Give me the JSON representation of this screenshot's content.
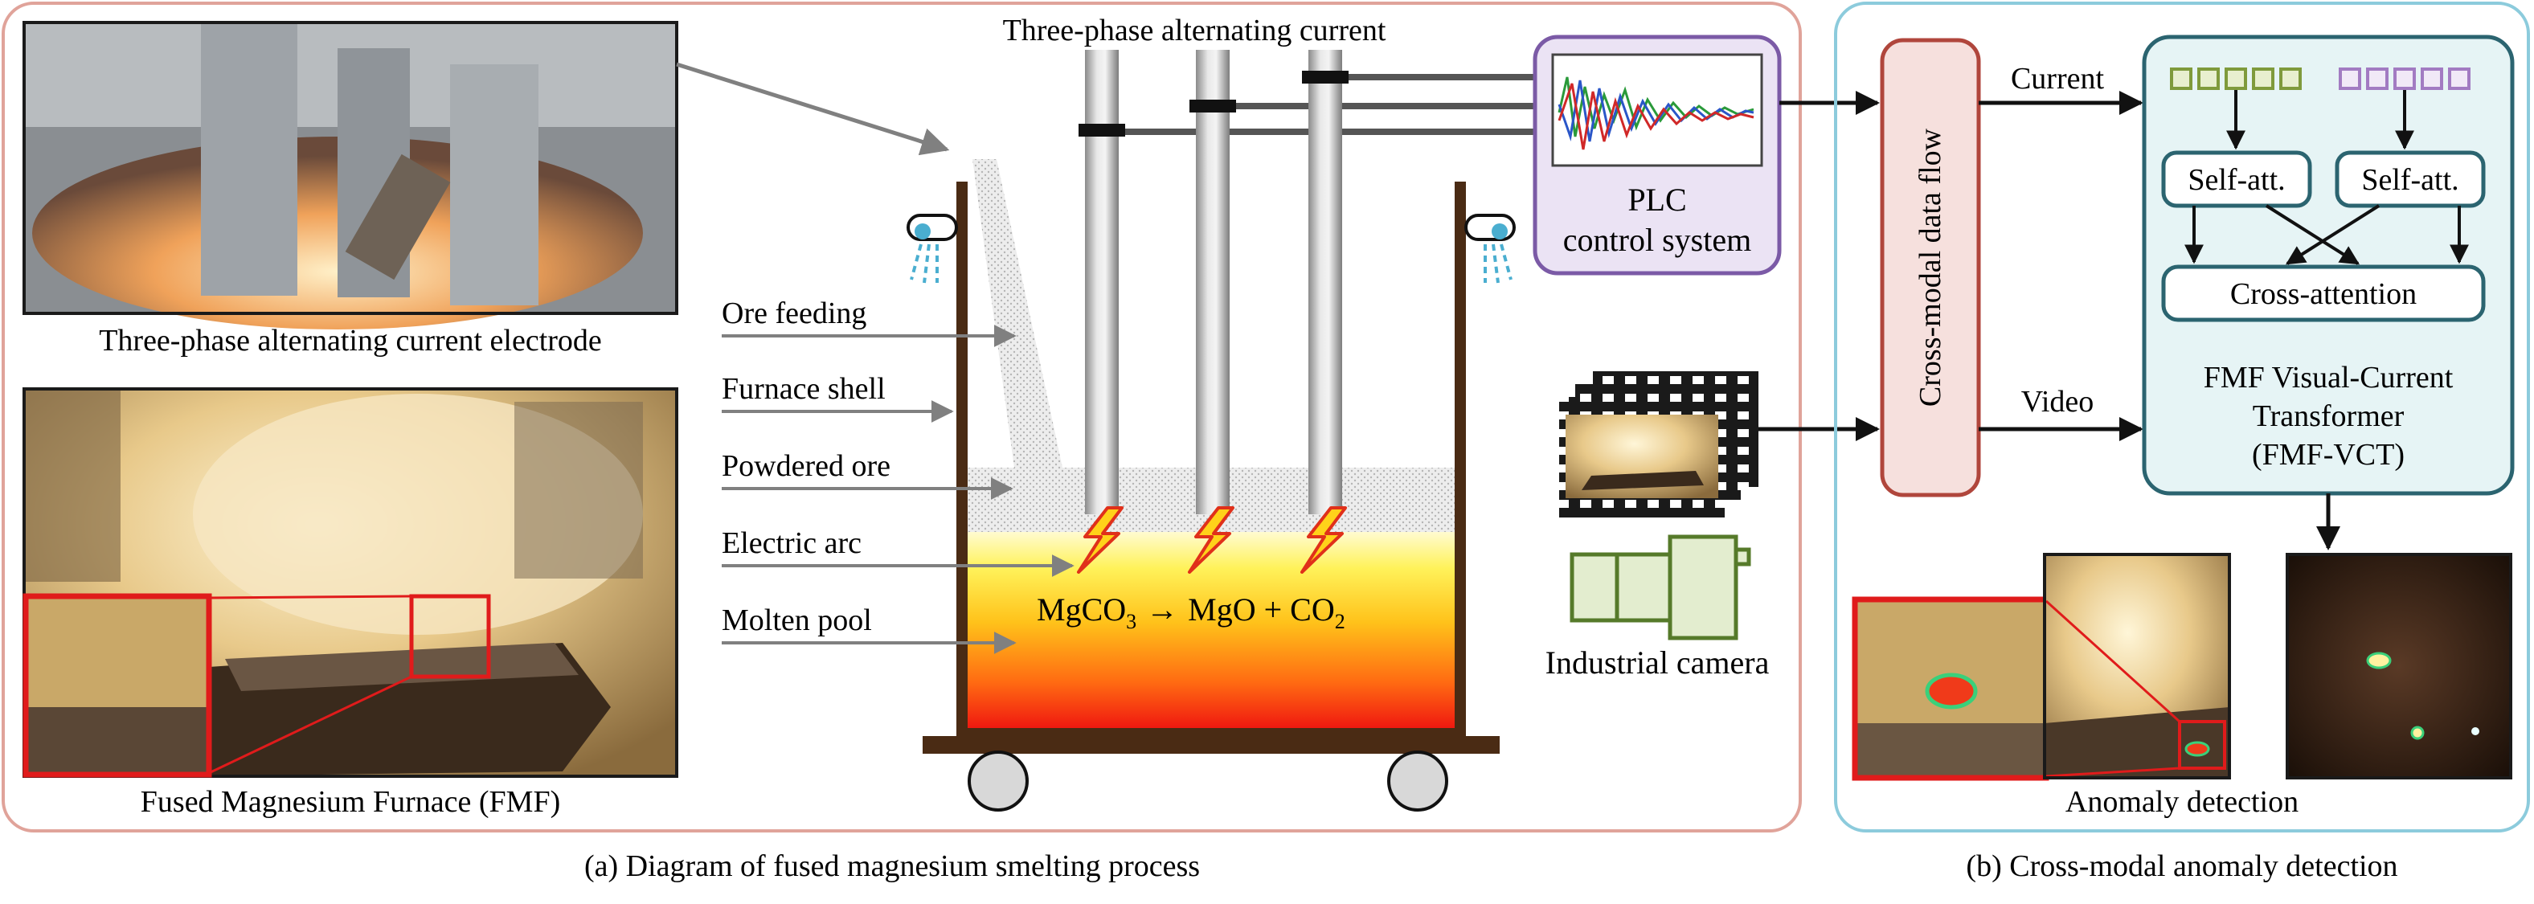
{
  "panel_a": {
    "caption": "(a)  Diagram of fused magnesium smelting process",
    "three_phase_title": "Three-phase alternating current",
    "electrode_photo_caption": "Three-phase alternating current electrode",
    "fmf_photo_caption": "Fused Magnesium Furnace (FMF)",
    "labels": {
      "ore_feeding": "Ore feeding",
      "furnace_shell": "Furnace shell",
      "powdered_ore": "Powdered ore",
      "electric_arc": "Electric arc",
      "molten_pool": "Molten pool"
    },
    "reaction": {
      "left": "MgCO",
      "left_sub": "3",
      "arrow": "→",
      "right1": "MgO + CO",
      "right_sub": "2"
    },
    "plc_label_line1": "PLC",
    "plc_label_line2": "control system",
    "camera_label": "Industrial camera"
  },
  "panel_b": {
    "caption": "(b)  Cross-modal anomaly detection",
    "data_flow_label": "Cross-modal data flow",
    "current_label": "Current",
    "video_label": "Video",
    "self_att_1": "Self-att.",
    "self_att_2": "Self-att.",
    "cross_attention": "Cross-attention",
    "model_line1": "FMF Visual-Current",
    "model_line2": "Transformer",
    "model_line3": "(FMF-VCT)",
    "anomaly_label": "Anomaly detection"
  },
  "colors": {
    "panel_a_border": "#e0a39a",
    "panel_b_border": "#8ccbdc",
    "plc_border": "#7b5aa6",
    "plc_fill": "#ebe3f4",
    "flow_border": "#b0463c",
    "flow_fill": "#f6e0dd",
    "model_border": "#2b6470",
    "model_fill": "#e6f4f5",
    "green_token": "#7f9a3c",
    "purple_token": "#a27bc2",
    "camera": "#567a2a",
    "shell": "#4a2b14",
    "highlight_red": "#e01b1b"
  }
}
